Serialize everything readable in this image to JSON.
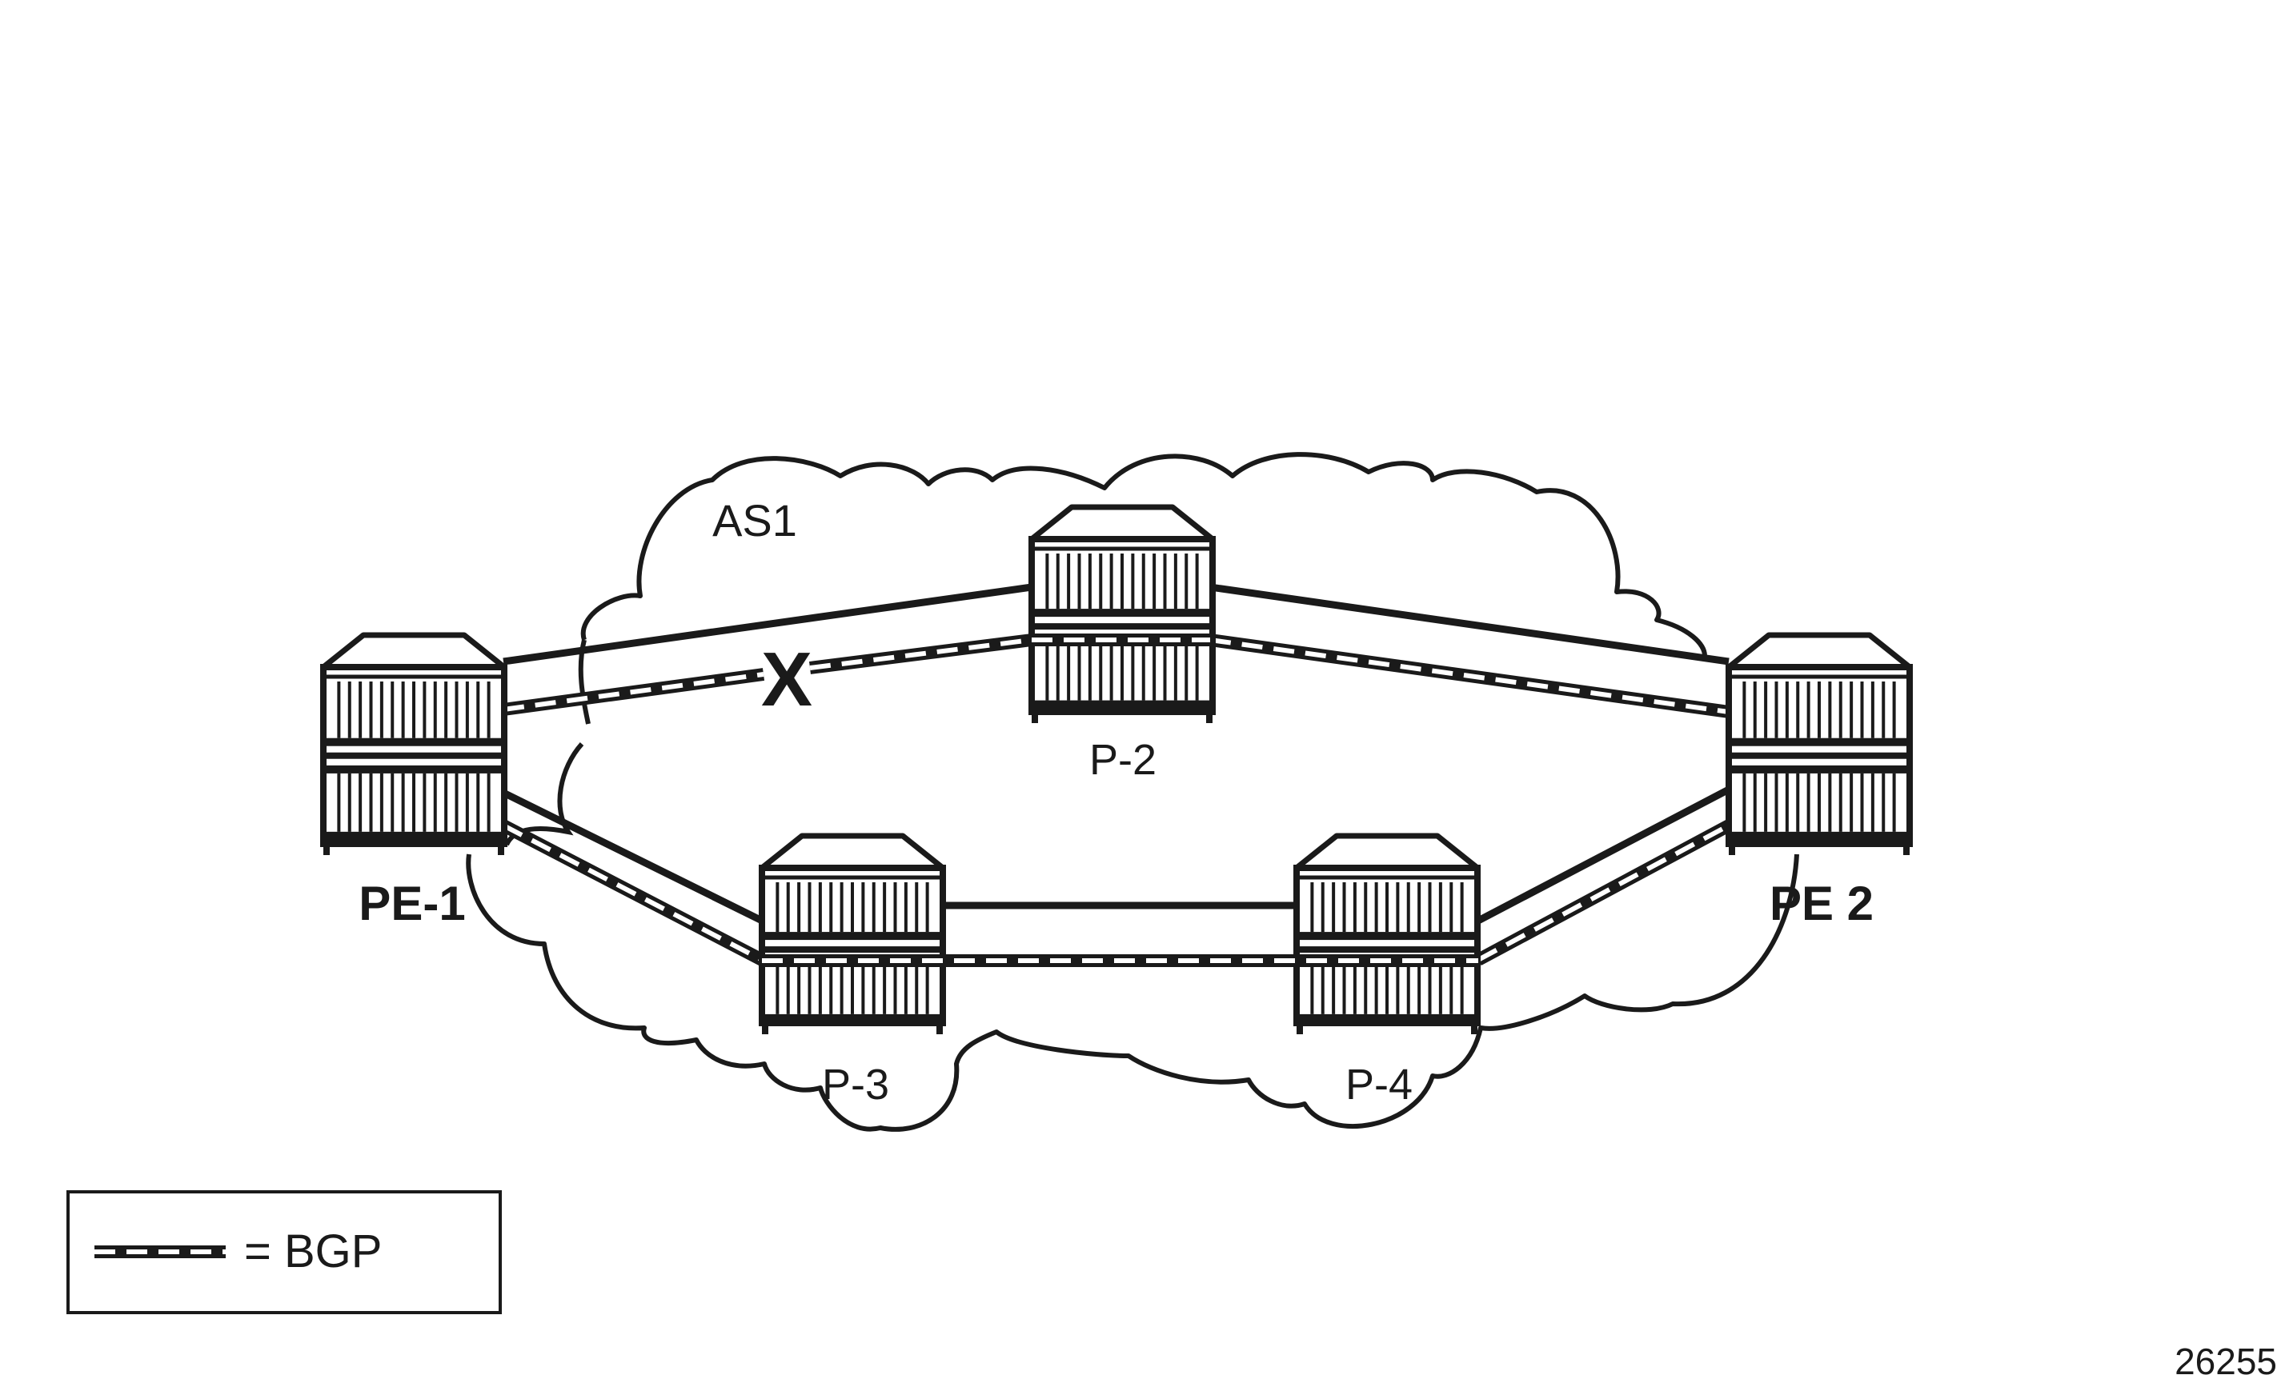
{
  "cloud": {
    "label": "AS1"
  },
  "routers": [
    {
      "id": "pe1",
      "label": "PE-1",
      "bold": true
    },
    {
      "id": "p2",
      "label": "P-2",
      "bold": false
    },
    {
      "id": "p3",
      "label": "P-3",
      "bold": false
    },
    {
      "id": "p4",
      "label": "P-4",
      "bold": false
    },
    {
      "id": "pe2",
      "label": "PE 2",
      "bold": true
    }
  ],
  "links": [
    {
      "from": "PE-1",
      "to": "P-2",
      "type": "physical"
    },
    {
      "from": "PE-1",
      "to": "P-2",
      "type": "bgp",
      "failed": true
    },
    {
      "from": "P-2",
      "to": "PE 2",
      "type": "physical"
    },
    {
      "from": "P-2",
      "to": "PE 2",
      "type": "bgp"
    },
    {
      "from": "PE-1",
      "to": "P-3",
      "type": "physical"
    },
    {
      "from": "PE-1",
      "to": "P-3",
      "type": "bgp"
    },
    {
      "from": "P-3",
      "to": "P-4",
      "type": "physical"
    },
    {
      "from": "P-3",
      "to": "P-4",
      "type": "bgp"
    },
    {
      "from": "P-4",
      "to": "PE 2",
      "type": "physical"
    },
    {
      "from": "P-4",
      "to": "PE 2",
      "type": "bgp"
    }
  ],
  "failure_mark": "X",
  "legend": {
    "text": "= BGP"
  },
  "figure_id": "26255",
  "colors": {
    "ink": "#1a1a1a",
    "background": "#ffffff"
  }
}
